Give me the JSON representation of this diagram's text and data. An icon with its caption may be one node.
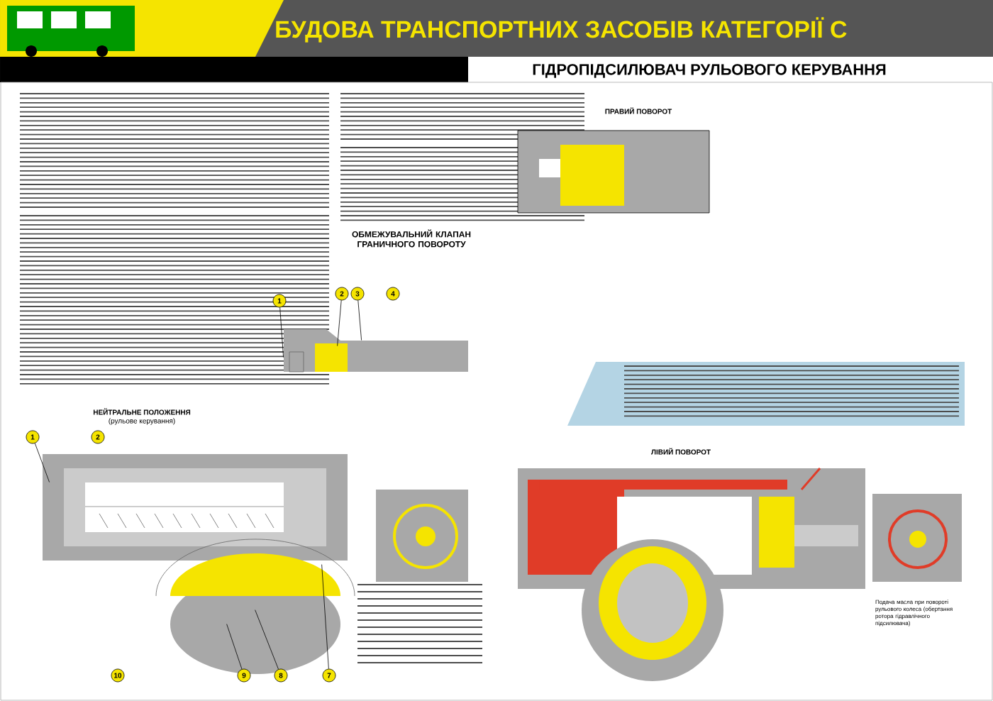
{
  "diagram": {
    "title": "БУДОВА ТРАНСПОРТНИХ ЗАСОБІВ КАТЕГОРІЇ С",
    "nodes": [
      {
        "text": [
          "1"
        ]
      },
      {
        "text": [
          "2"
        ]
      },
      {
        "text": [
          "3"
        ]
      },
      {
        "text": [
          "4"
        ]
      },
      {
        "text": [
          "1"
        ]
      },
      {
        "text": [
          "2"
        ]
      },
      {
        "text": [
          "10"
        ]
      },
      {
        "text": [
          "9"
        ]
      },
      {
        "text": [
          "8"
        ]
      },
      {
        "text": [
          "7"
        ]
      },
      {
        "text": [],
        "shape": "picture"
      },
      {
        "text": [],
        "shape": "picture"
      }
    ],
    "edges": [
      {
        "from": 0,
        "to": 10,
        "arrow": "none"
      },
      {
        "from": 1,
        "to": 10,
        "arrow": "none"
      },
      {
        "from": 2,
        "to": 10,
        "arrow": "none"
      },
      {
        "from": 4,
        "to": 11,
        "arrow": "none"
      },
      {
        "from": 7,
        "to": 11,
        "arrow": "none"
      },
      {
        "from": 8,
        "to": 11,
        "arrow": "none"
      },
      {
        "from": 9,
        "to": 11,
        "arrow": "none"
      }
    ],
    "labels": [
      "ГІДРОПІДСИЛЮВАЧ РУЛЬОВОГО КЕРУВАННЯ",
      "ПРАВИЙ ПОВОРОТ",
      "ОБМЕЖУВАЛЬНИЙ КЛАПАН ГРАНИЧНОГО ПОВОРОТУ",
      "НЕЙТРАЛЬНЕ ПОЛОЖЕННЯ",
      "(рульове керування)",
      "ЛІВИЙ ПОВОРОТ",
      "Подача масла при повороті рульового колеса (обертання ротора гідравлічного підсилювача)"
    ]
  }
}
